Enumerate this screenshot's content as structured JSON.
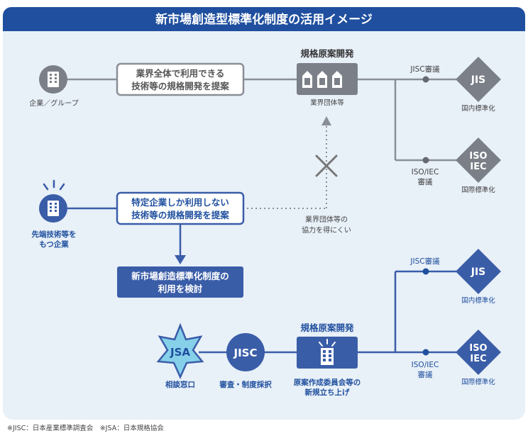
{
  "title": "新市場創造型標準化制度の活用イメージ",
  "top_flow": {
    "company_label": "企業／グループ",
    "proposal_line1": "業界全体で利用できる",
    "proposal_line2": "技術等の規格開発を提案",
    "dev_title": "規格原案開発",
    "dev_sub": "業界団体等",
    "jisc_review": "JISC審議",
    "iso_review_line1": "ISO/IEC",
    "iso_review_line2": "審議",
    "jis_badge": "JIS",
    "jis_caption": "国内標準化",
    "iso_badge_line1": "ISO",
    "iso_badge_line2": "IEC",
    "iso_caption": "国際標準化"
  },
  "bottom_flow": {
    "company_line1": "先端技術等を",
    "company_line2": "もつ企業",
    "proposal_line1": "特定企業しか利用しない",
    "proposal_line2": "技術等の規格開発を提案",
    "blocked_line1": "業界団体等の",
    "blocked_line2": "協力を得にくい",
    "new_system_line1": "新市場創造標準化制度の",
    "new_system_line2": "利用を検討",
    "jsa_badge": "JSA",
    "jsa_caption": "相談窓口",
    "jisc_badge": "JISC",
    "jisc_caption": "審査・制度採択",
    "dev_title": "規格原案開発",
    "dev_caption_line1": "原案作成委員会等の",
    "dev_caption_line2": "新規立ち上げ",
    "jisc_review": "JISC審議",
    "iso_review_line1": "ISO/IEC",
    "iso_review_line2": "審議",
    "jis_badge": "JIS",
    "jis_caption": "国内標準化",
    "iso_badge_line1": "ISO",
    "iso_badge_line2": "IEC",
    "iso_caption": "国際標準化"
  },
  "footnote": "※JISC：日本産業標準調査会　※JSA：日本規格協会",
  "colors": {
    "title_bg": "#1F4F9E",
    "panel_bg": "#E8F0F8",
    "gray": "#8A8F96",
    "gray_dark": "#666A70",
    "blue": "#3A5DA8",
    "blue_dark": "#1F4F9E",
    "jsa_star": "#86D0EA"
  }
}
